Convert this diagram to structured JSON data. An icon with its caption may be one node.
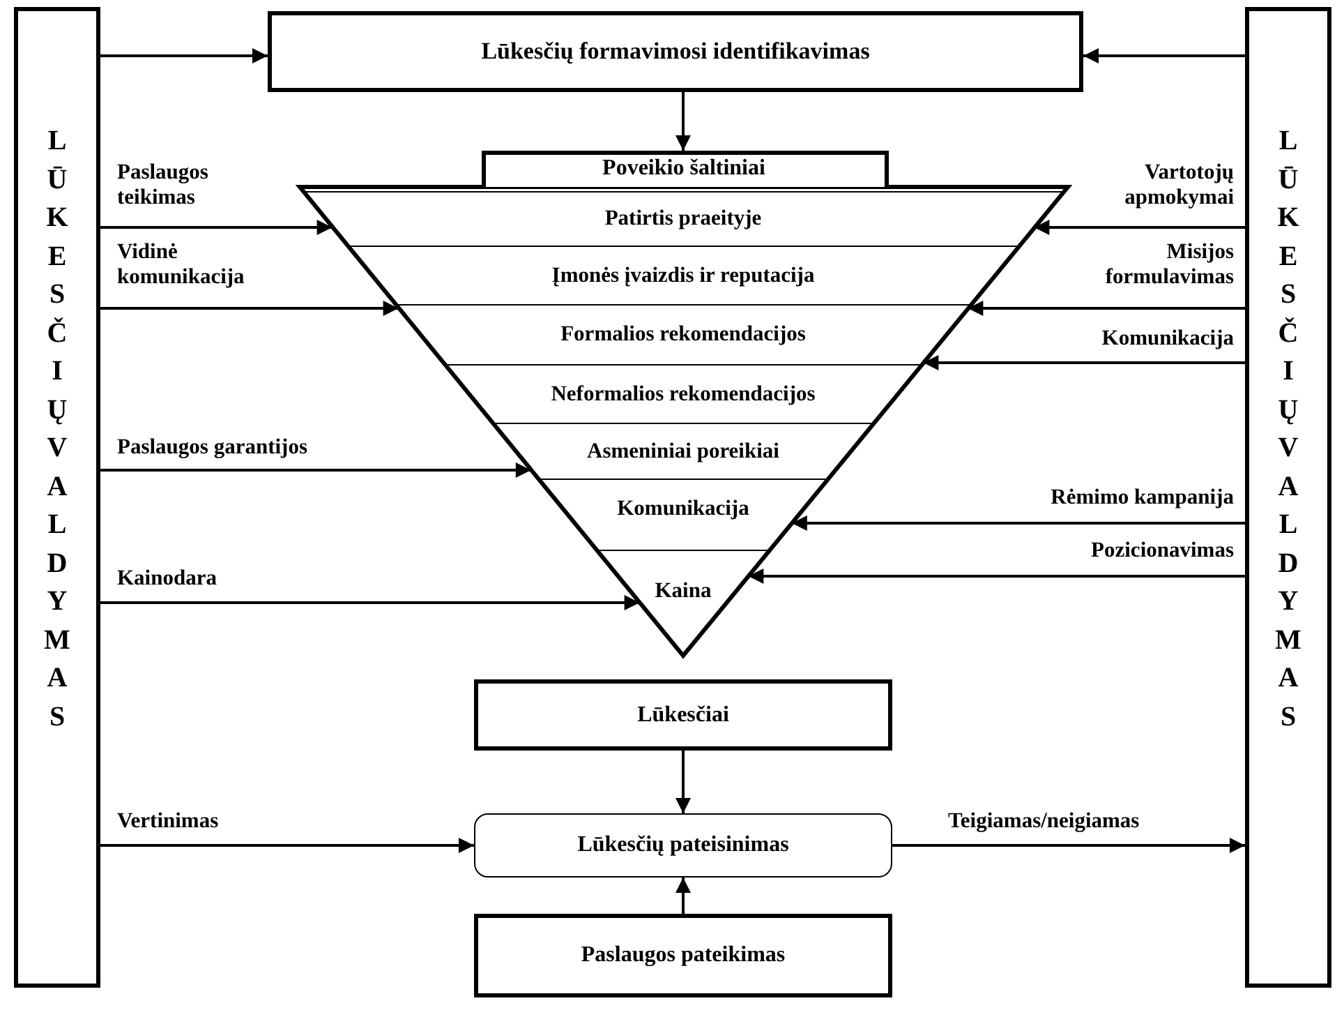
{
  "diagram": {
    "nodes": [
      {
        "text": [
          "LŪKESČIŲ VALDYMAS"
        ]
      },
      {
        "text": [
          "Lūkesčių formavimosi identifikavimas"
        ]
      },
      {
        "text": [
          "LŪKESČIŲ VALDYMAS"
        ]
      },
      {
        "text": [
          "Poveikio šaltiniai"
        ]
      },
      {
        "text": [
          "Patirtis praeityje"
        ],
        "in": 3
      },
      {
        "text": [
          "Įmonės įvaizdis ir reputacija"
        ],
        "in": 3
      },
      {
        "text": [
          "Formalios rekomendacijos"
        ],
        "in": 3
      },
      {
        "text": [
          "Neformalios rekomendacijos"
        ],
        "in": 3
      },
      {
        "text": [
          "Asmeniniai poreikiai"
        ],
        "in": 3
      },
      {
        "text": [
          "Komunikacija"
        ],
        "in": 3
      },
      {
        "text": [
          "Kaina"
        ],
        "in": 3
      },
      {
        "text": [
          "Lūkesčiai"
        ]
      },
      {
        "text": [
          "Lūkesčių pateisinimas"
        ]
      },
      {
        "text": [
          "Paslaugos pateikimas"
        ]
      }
    ],
    "edges": [
      {
        "from": 0,
        "to": 1,
        "arrow": "to"
      },
      {
        "from": 2,
        "to": 1,
        "arrow": "to"
      },
      {
        "from": 1,
        "to": 3,
        "arrow": "to"
      },
      {
        "from": 0,
        "to": 4,
        "arrow": "to",
        "label": "Paslaugos teikimas"
      },
      {
        "from": 0,
        "to": 6,
        "arrow": "to",
        "label": "Vidinė komunikacija"
      },
      {
        "from": 0,
        "to": 8,
        "arrow": "to",
        "label": "Paslaugos garantijos"
      },
      {
        "from": 0,
        "to": 10,
        "arrow": "to",
        "label": "Kainodara"
      },
      {
        "from": 2,
        "to": 4,
        "arrow": "to",
        "label": "Vartotojų apmokymai"
      },
      {
        "from": 2,
        "to": 6,
        "arrow": "to",
        "label": "Misijos formulavimas"
      },
      {
        "from": 2,
        "to": 6,
        "arrow": "to",
        "label": "Komunikacija"
      },
      {
        "from": 2,
        "to": 9,
        "arrow": "to",
        "label": "Rėmimo kampanija"
      },
      {
        "from": 2,
        "to": 10,
        "arrow": "to",
        "label": "Pozicionavimas"
      },
      {
        "from": 11,
        "to": 12,
        "arrow": "to"
      },
      {
        "from": 13,
        "to": 12,
        "arrow": "to"
      },
      {
        "from": 0,
        "to": 12,
        "arrow": "to",
        "label": "Vertinimas"
      },
      {
        "from": 12,
        "to": 2,
        "arrow": "to",
        "label": "Teigiamas/neigiamas"
      }
    ]
  }
}
